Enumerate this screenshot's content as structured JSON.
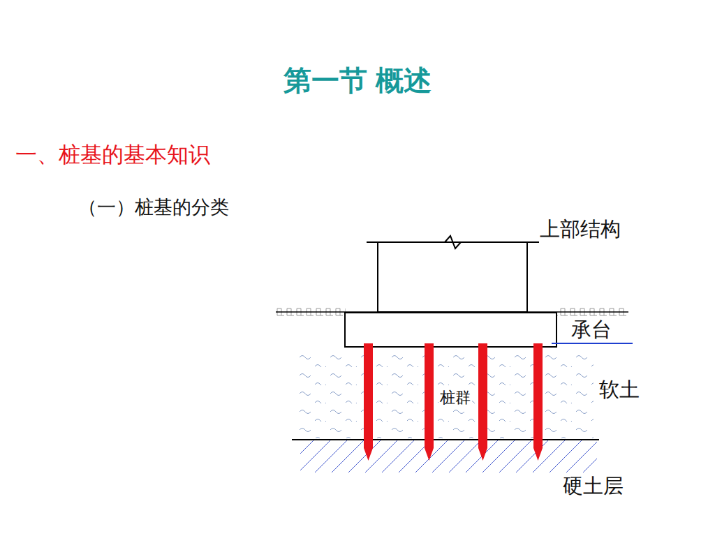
{
  "diagram": {
    "title": "第一节 概述",
    "labels": [
      "一、桩基的基本知识",
      "（一）桩基的分类",
      "上部结构",
      "承台",
      "软土",
      "桩群",
      "硬土层"
    ]
  }
}
